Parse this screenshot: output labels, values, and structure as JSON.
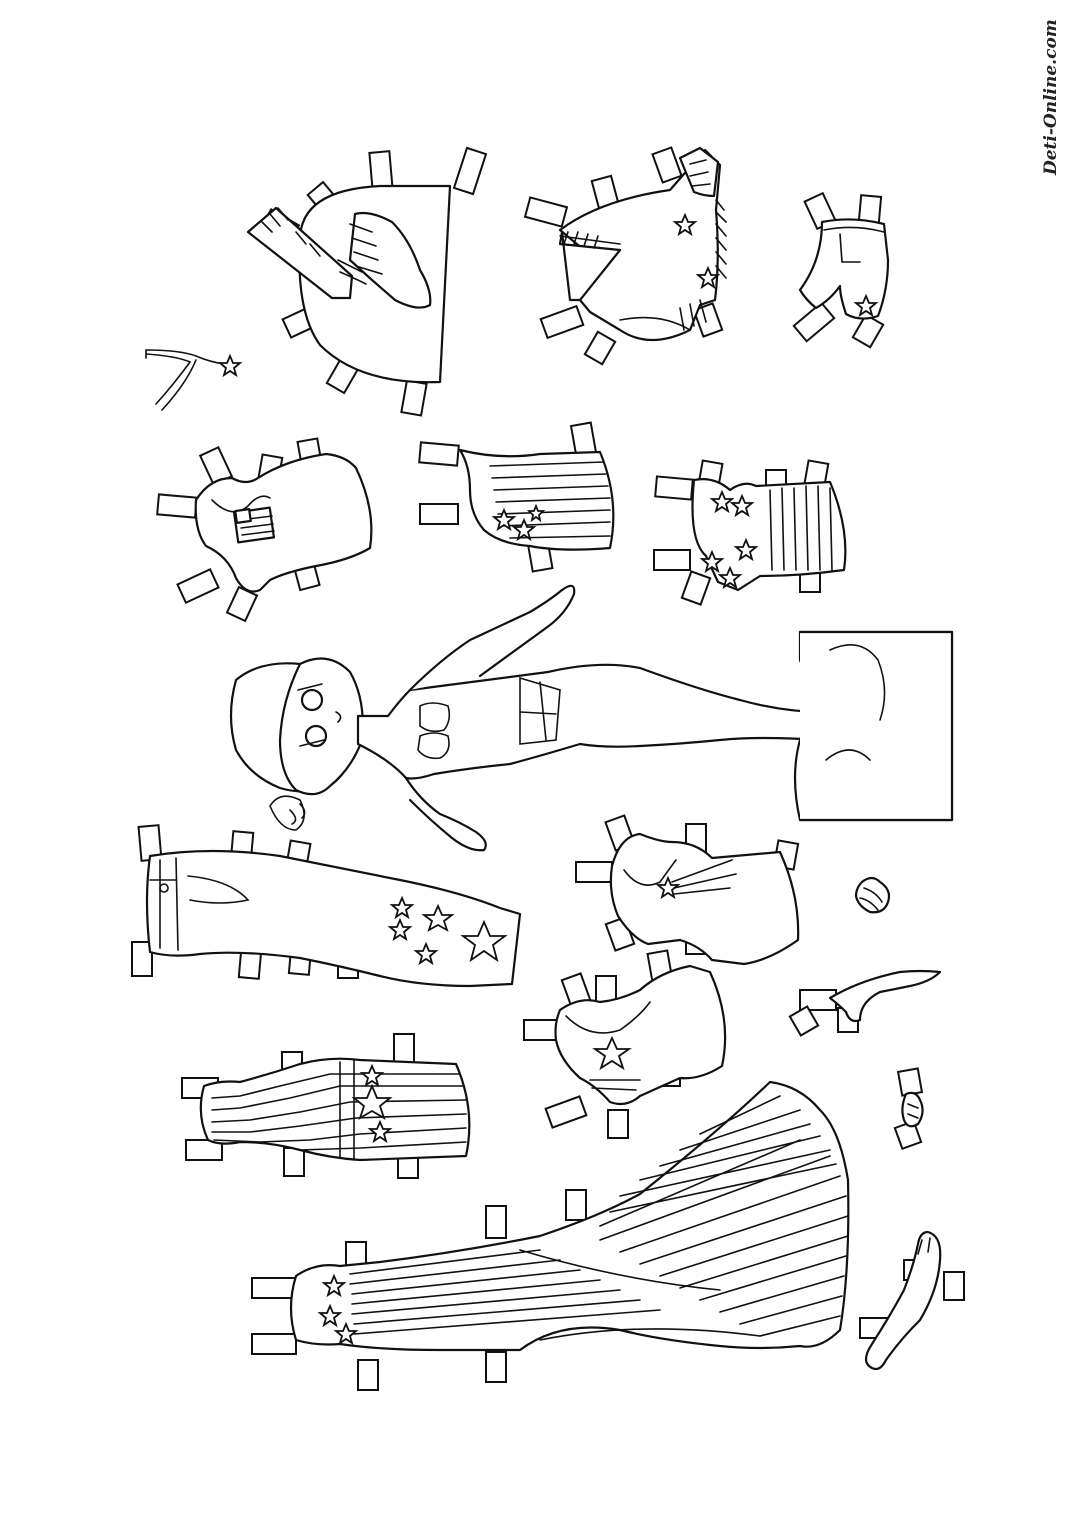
{
  "watermark": {
    "text": "Deti-Online.com"
  },
  "colors": {
    "line": "#111111",
    "paper": "#ffffff"
  },
  "pieces": [
    "cape-with-boots",
    "fringed-jacket",
    "shorts",
    "wishbone-necklace",
    "flag-top",
    "striped-star-top",
    "star-striped-corset",
    "paper-doll",
    "doll-stand",
    "star-jeans",
    "shooting-star-top",
    "ring",
    "high-heel-shoe",
    "star-tank-top",
    "bracelet",
    "striped-tube-dress",
    "mermaid-gown",
    "spare-arm"
  ]
}
